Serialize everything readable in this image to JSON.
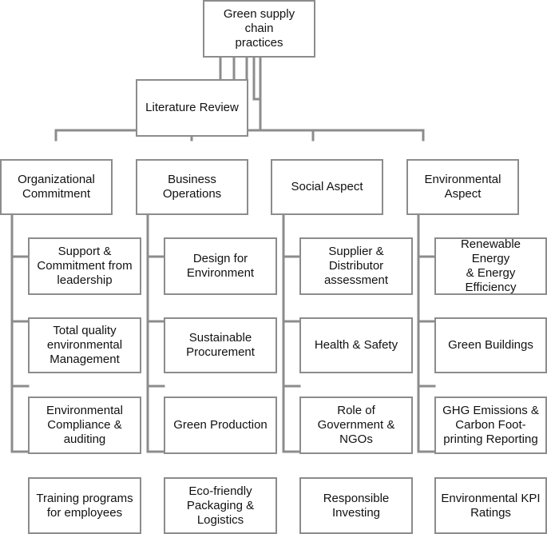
{
  "root": {
    "label": "Green supply chain\npractices"
  },
  "review": {
    "label": "Literature Review"
  },
  "columns": [
    {
      "header": "Organizational\nCommitment",
      "items": [
        "Support &\nCommitment from\nleadership",
        "Total quality\nenvironmental\nManagement",
        "Environmental\nCompliance &\nauditing",
        "Training programs\nfor employees"
      ]
    },
    {
      "header": "Business\nOperations",
      "items": [
        "Design for\nEnvironment",
        "Sustainable\nProcurement",
        "Green Production",
        "Eco-friendly\nPackaging &\nLogistics"
      ]
    },
    {
      "header": "Social Aspect",
      "items": [
        "Supplier &\nDistributor\nassessment",
        "Health & Safety",
        "Role of\nGovernment &\nNGOs",
        "Responsible\nInvesting"
      ]
    },
    {
      "header": "Environmental\nAspect",
      "items": [
        "Renewable Energy\n& Energy Efficiency",
        "Green Buildings",
        "GHG Emissions &\nCarbon Foot-\nprinting Reporting",
        "Environmental KPI\nRatings"
      ]
    }
  ]
}
